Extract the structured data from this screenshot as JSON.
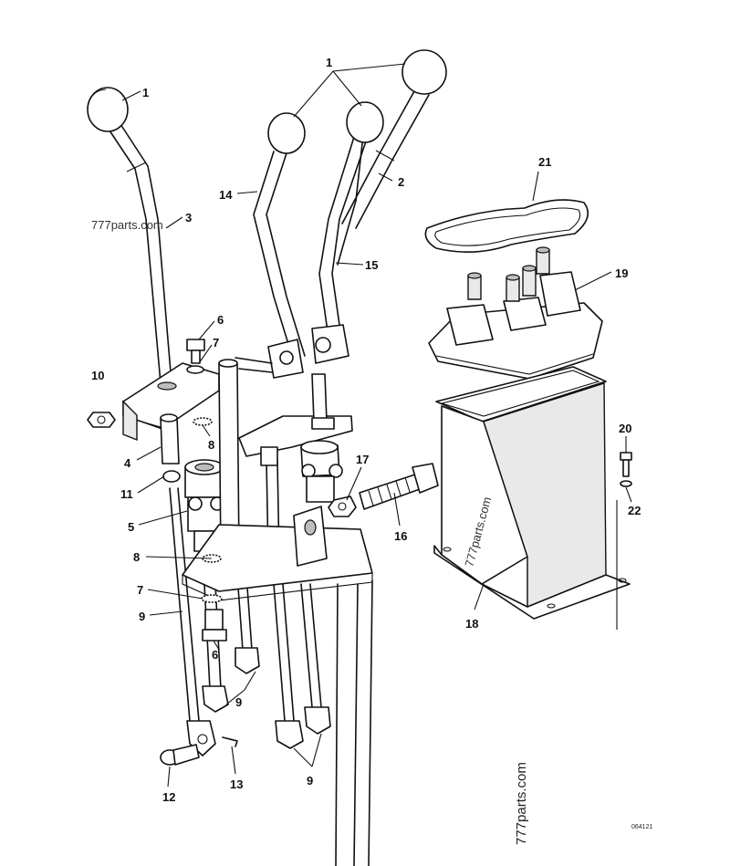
{
  "labels": {
    "l1a": "1",
    "l1b": "1",
    "l2": "2",
    "l3": "3",
    "l4": "4",
    "l5": "5",
    "l6a": "6",
    "l6b": "6",
    "l7a": "7",
    "l7b": "7",
    "l8a": "8",
    "l8b": "8",
    "l9a": "9",
    "l9b": "9",
    "l9c": "9",
    "l10": "10",
    "l11": "11",
    "l12": "12",
    "l13": "13",
    "l14": "14",
    "l15": "15",
    "l16": "16",
    "l17": "17",
    "l18": "18",
    "l19": "19",
    "l20": "20",
    "l21": "21",
    "l22": "22"
  },
  "watermarks": {
    "w1": "777parts.com",
    "w2": "777parts.com",
    "w3": "777parts.com"
  },
  "drawing_ref": "064121"
}
